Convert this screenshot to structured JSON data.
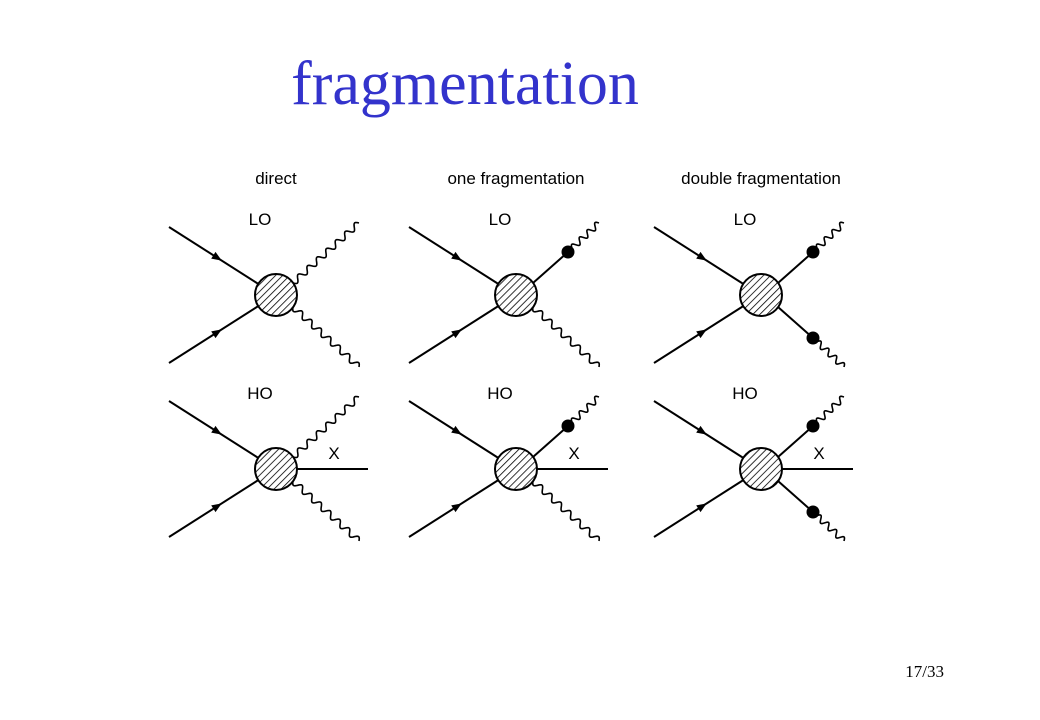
{
  "slide": {
    "title": "fragmentation",
    "page_number": "17/33"
  },
  "figure": {
    "columns": [
      {
        "key": "direct",
        "label": "direct",
        "fragmented_outgoing": 0
      },
      {
        "key": "one-fragmentation",
        "label": "one fragmentation",
        "fragmented_outgoing": 1
      },
      {
        "key": "double-fragmentation",
        "label": "double fragmentation",
        "fragmented_outgoing": 2
      }
    ],
    "rows": [
      {
        "key": "lo",
        "label": "LO",
        "extra_parton_label": ""
      },
      {
        "key": "ho",
        "label": "HO",
        "extra_parton_label": "X"
      }
    ]
  }
}
